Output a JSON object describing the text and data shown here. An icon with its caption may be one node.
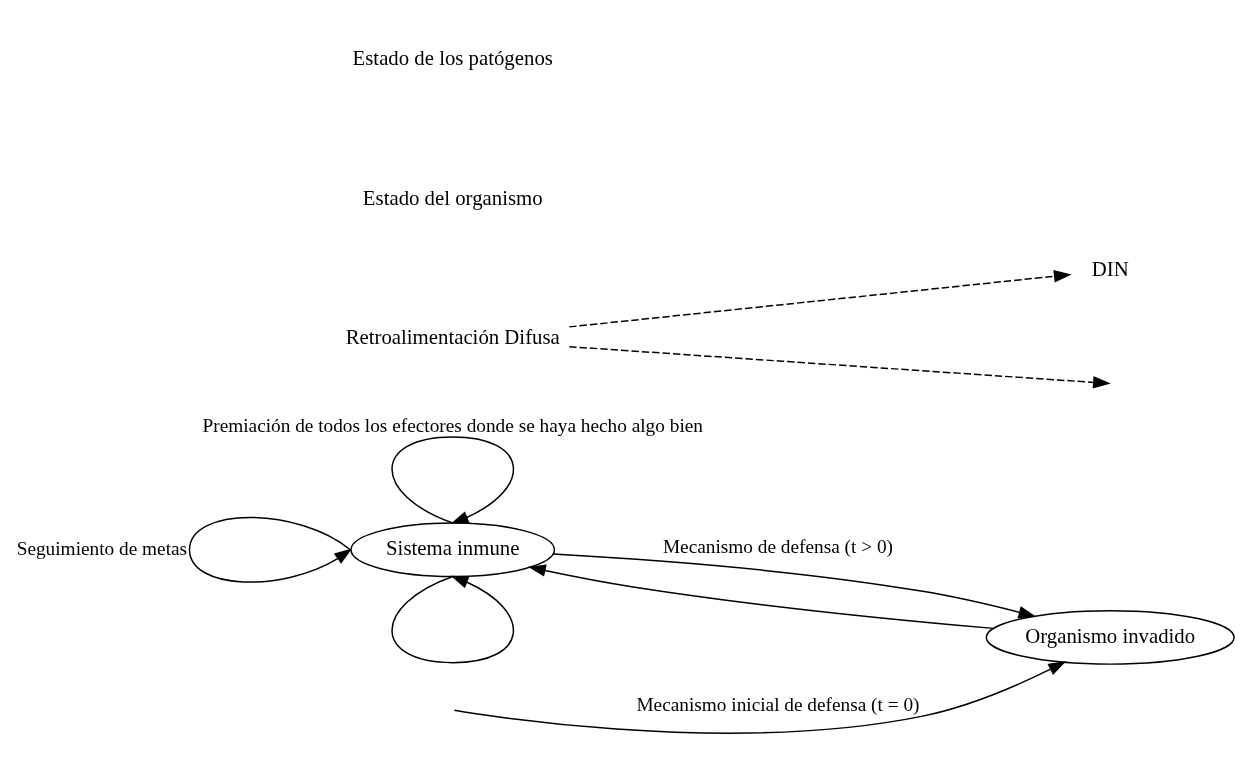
{
  "diagram": {
    "nodes": [
      {
        "text": [
          "Sistema inmune"
        ]
      },
      {
        "text": [
          "Organismo invadido"
        ]
      },
      {
        "text": [
          "DIN"
        ]
      },
      {
        "text": [
          "Retroalimentación Difusa"
        ]
      }
    ],
    "edges": [
      {
        "from": 0,
        "to": 0,
        "arrow": "to",
        "label": "Premiación de todos los efectores donde se haya hecho algo bien"
      },
      {
        "from": 0,
        "to": 0,
        "arrow": "to",
        "label": "Seguimiento de metas"
      },
      {
        "from": 0,
        "to": 0,
        "arrow": "to"
      },
      {
        "from": 0,
        "to": 1,
        "arrow": "to",
        "label": "Mecanismo de defensa (t > 0)"
      },
      {
        "from": null,
        "to": 1,
        "arrow": "to",
        "label": "Mecanismo inicial de defensa (t = 0)"
      },
      {
        "from": 1,
        "to": 0,
        "arrow": "to"
      },
      {
        "from": 3,
        "to": 2,
        "arrow": "to",
        "style": "dashed"
      },
      {
        "from": 3,
        "to": null,
        "arrow": "to",
        "style": "dashed"
      }
    ],
    "labels": [
      "Estado del organismo",
      "Estado de los patógenos"
    ]
  }
}
